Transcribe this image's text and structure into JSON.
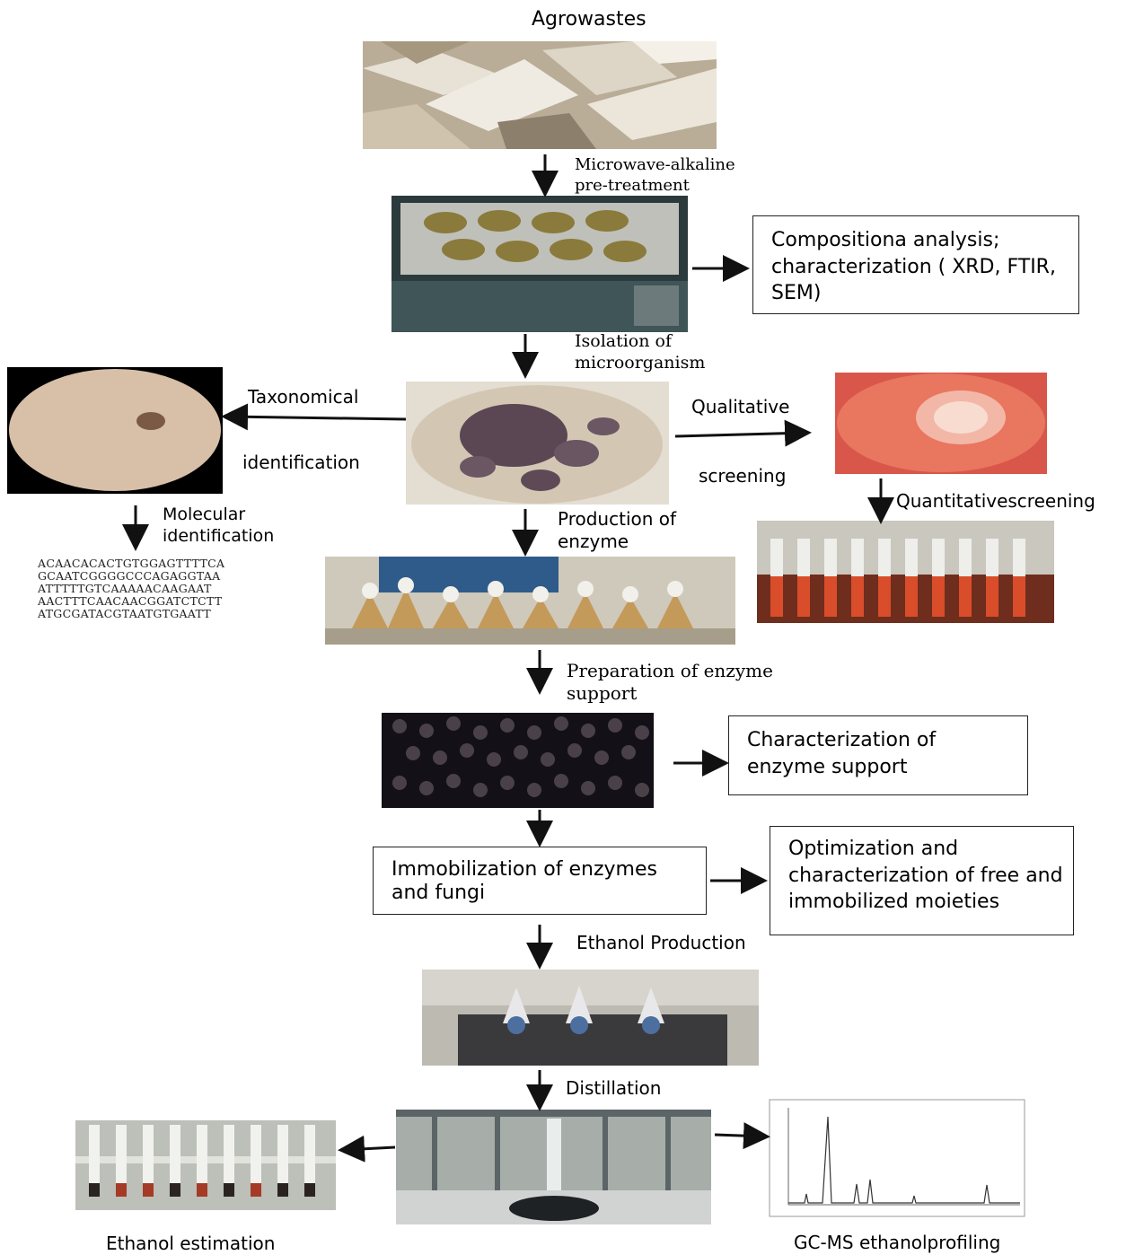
{
  "title": "Agrowastes",
  "steps": {
    "pretreatment": "Microwave-alkaline pre-treatment",
    "isolation": "Isolation of microorganism",
    "taxonomical": "Taxonomical",
    "identification": "identification",
    "qualitative": "Qualitative",
    "screening": "screening",
    "quantitative": "Quantitativescreening",
    "molecular": "Molecular identification",
    "production_enzyme": "Production of enzyme",
    "prep_support": "Preparation of enzyme support",
    "ethanol_production": "Ethanol Production",
    "distillation": "Distillation",
    "ethanol_estimation": "Ethanol estimation",
    "gcms": "GC-MS ethanolprofiling"
  },
  "boxes": {
    "composition": "Compositiona analysis; characterization ( XRD, FTIR, SEM)",
    "char_support": "Characterization of enzyme support",
    "immobilization": "Immobilization of enzymes and fungi",
    "optimization": "Optimization and characterization of free and immobilized moieties"
  },
  "dna_sequence": [
    "ACAACACACTGTGGAGTTTTCA",
    "GCAATCGGGGCCCAGAGGTAA",
    "ATTTTTGTCAAAAACAAGAAT",
    "AACTTTCAACAACGGATCTCTT",
    "ATGCGATACGTAATGTGAATT"
  ],
  "photos": {
    "agrowastes": "agrowastes-photo",
    "microwave": "microwave-photo",
    "culture_plate": "culture-plate-photo",
    "microscope": "microscope-photo",
    "screening_plate": "screening-plate-photo",
    "test_tubes": "test-tubes-photo",
    "flasks": "flasks-photo",
    "beads": "beads-photo",
    "shaker": "shaker-photo",
    "distillation": "distillation-photo",
    "ethanol_tubes": "ethanol-tubes-photo",
    "chromatogram": "chromatogram"
  },
  "colors": {
    "arrow": "#111111",
    "box_border": "#222222"
  }
}
